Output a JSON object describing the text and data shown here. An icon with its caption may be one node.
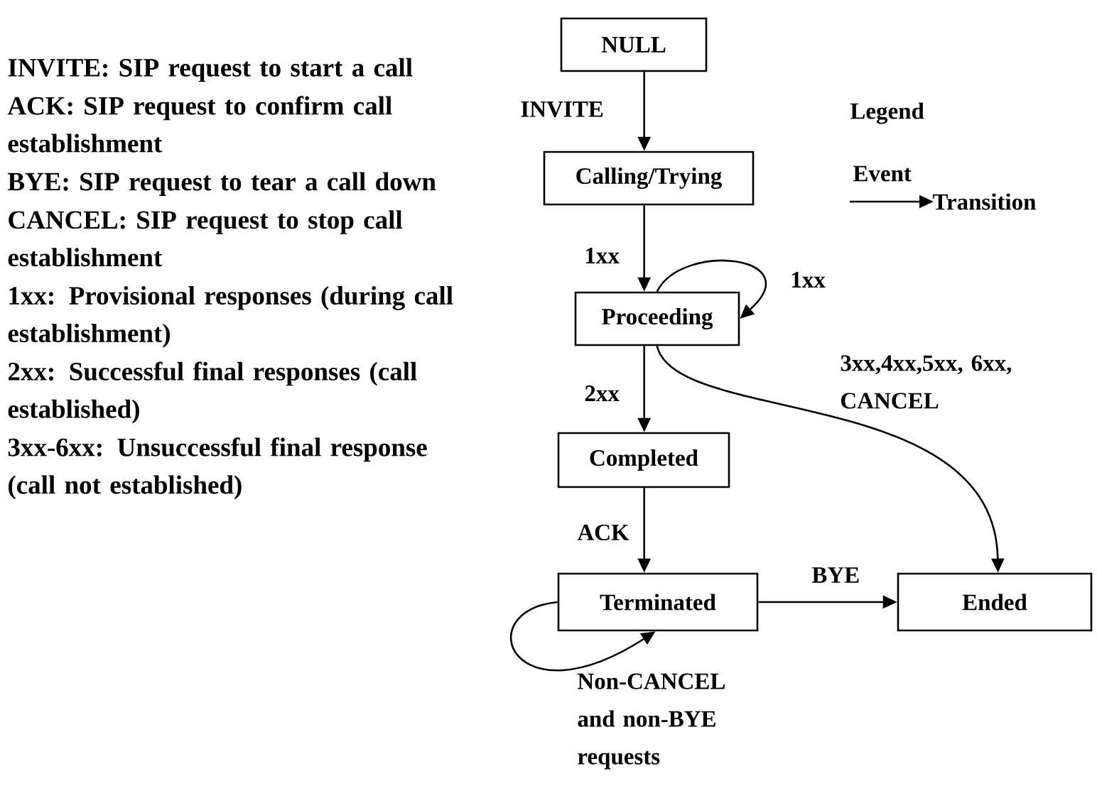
{
  "diagram": {
    "nodes": [
      {
        "text": [
          "NULL"
        ]
      },
      {
        "text": [
          "Calling/Trying"
        ]
      },
      {
        "text": [
          "Proceeding"
        ]
      },
      {
        "text": [
          "Completed"
        ]
      },
      {
        "text": [
          "Terminated"
        ]
      },
      {
        "text": [
          "Ended"
        ]
      }
    ],
    "edges": [
      {
        "from": 0,
        "to": 1,
        "arrow": "to",
        "label": "INVITE"
      },
      {
        "from": 1,
        "to": 2,
        "arrow": "to",
        "label": "1xx"
      },
      {
        "from": 2,
        "to": 2,
        "arrow": "to",
        "label": "1xx"
      },
      {
        "from": 2,
        "to": 3,
        "arrow": "to",
        "label": "2xx"
      },
      {
        "from": 2,
        "to": 5,
        "arrow": "to",
        "label": "3xx,4xx,5xx, 6xx, CANCEL"
      },
      {
        "from": 3,
        "to": 4,
        "arrow": "to",
        "label": "ACK"
      },
      {
        "from": 4,
        "to": 5,
        "arrow": "to",
        "label": "BYE"
      },
      {
        "from": 4,
        "to": 4,
        "arrow": "to",
        "label": "Non-CANCEL and non-BYE requests"
      }
    ],
    "labels": [
      "INVITE: SIP request to start a call",
      "ACK: SIP request to confirm call establishment",
      "BYE: SIP request to tear a call down",
      "CANCEL: SIP request to stop call establishment",
      "1xx: Provisional responses (during call establishment)",
      "2xx: Successful final responses (call established)",
      "3xx-6xx: Unsuccessful final response (call not established)",
      "Legend"
    ],
    "legend": [
      {
        "text": "Event"
      },
      {
        "text": "Transition"
      }
    ]
  }
}
